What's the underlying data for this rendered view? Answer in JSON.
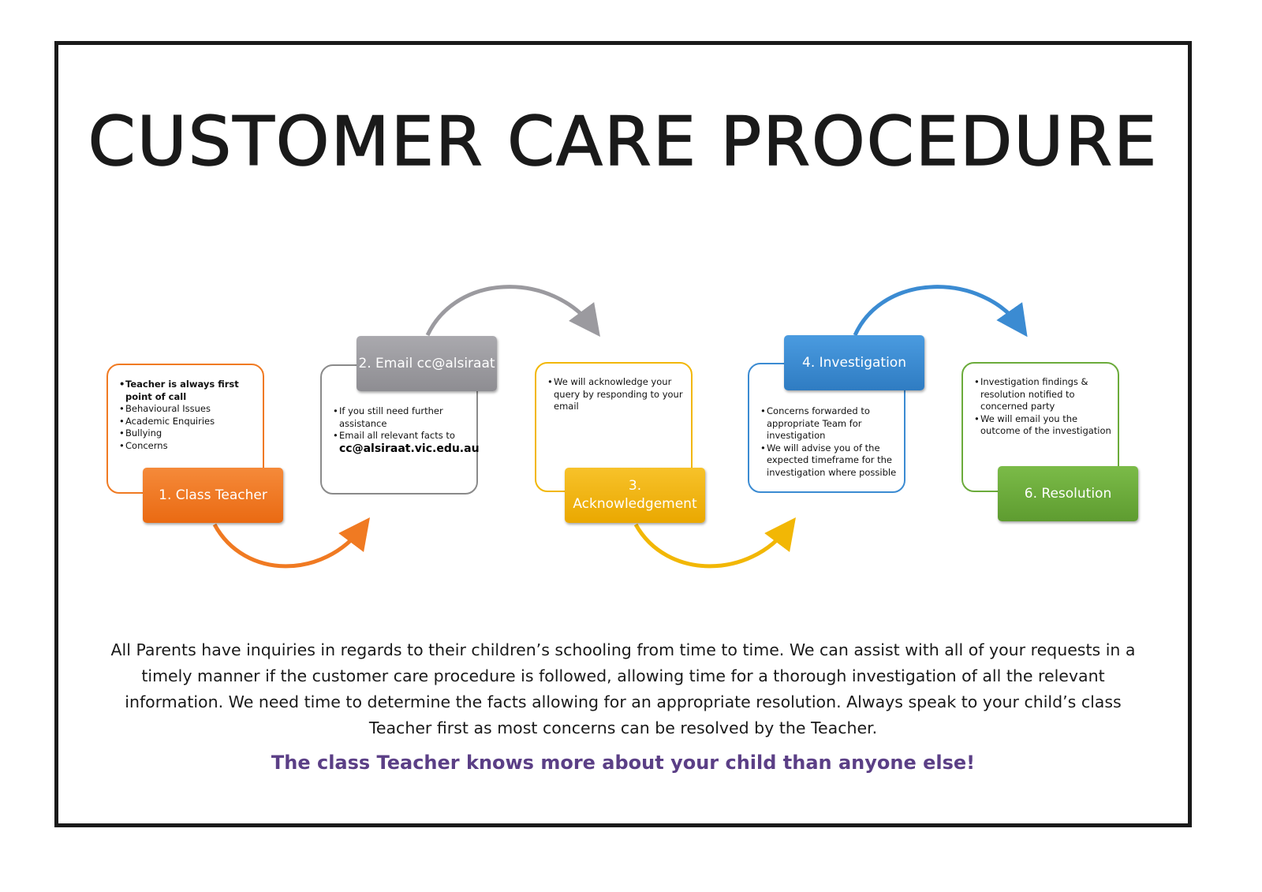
{
  "title": "CUSTOMER CARE PROCEDURE",
  "steps": [
    {
      "label": "1. Class Teacher",
      "color": "#f07a22",
      "bullets": [
        "Teacher is always first point of call",
        "Behavioural Issues",
        "Academic Enquiries",
        "Bullying",
        "Concerns"
      ]
    },
    {
      "label": "2. Email cc@alsiraat",
      "color": "#9b9a9f",
      "bullets": [
        "If you still need further assistance",
        "Email all relevant facts to"
      ],
      "email": "cc@alsiraat.vic.edu.au"
    },
    {
      "label": "3. Acknowledgement",
      "color": "#f2b705",
      "bullets": [
        "We will acknowledge your query by responding to your email"
      ]
    },
    {
      "label": "4. Investigation",
      "color": "#3b8bd2",
      "bullets": [
        "Concerns forwarded to appropriate Team for investigation",
        "We will advise you of the expected timeframe for the investigation where possible"
      ]
    },
    {
      "label": "6. Resolution",
      "color": "#6bab3b",
      "bullets": [
        "Investigation findings & resolution notified to concerned party",
        "We will email you the outcome of the investigation"
      ]
    }
  ],
  "paragraph": "All Parents have inquiries in regards to their children’s schooling from time to time. We can assist with all of your requests in a timely manner if the customer care procedure is followed, allowing time for a thorough investigation of all the relevant information. We need time to determine the facts allowing for an appropriate resolution. Always speak to your child’s class Teacher first as most concerns can be resolved by the Teacher.",
  "tagline": "The class Teacher knows more about your child than anyone else!"
}
